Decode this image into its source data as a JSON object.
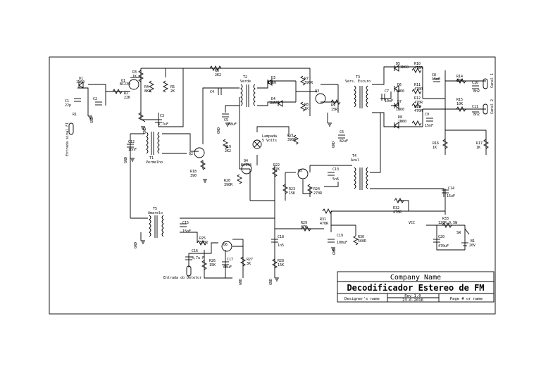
{
  "title_block": {
    "company": "Company Name",
    "title": "Decodificador Estereo de FM",
    "designer": "Designer's name",
    "rev": "Rev 1.0",
    "date": "23-6-2016",
    "page": "Page # or name"
  },
  "labels": {
    "input_fi": "Entrada sinal FI",
    "detector_in": "Entrada do Detetor",
    "lamp": "Lampada",
    "lamp_volts": "5 Volts",
    "vcc": "VCC",
    "canal1": "Canal 1",
    "canal2": "Canal 2",
    "sw": "SW"
  },
  "transformers": {
    "t1": "T1",
    "t1_name": "Vermelho",
    "t2": "T2",
    "t2_name": "Verde",
    "t3": "T3",
    "t3_name": "Vers. Escuro",
    "t4": "T4",
    "t4_name": "Azul",
    "t5": "T5",
    "t5_name": "Amarelo"
  },
  "components": {
    "d1": "D1",
    "d1v": "1N60",
    "q1": "Q1",
    "q1v": "BC239",
    "r1": "R1",
    "r2": "R2",
    "r2v": "22K",
    "c1": "C1",
    "c1v": "22p",
    "c2": "C2",
    "r3": "R3",
    "r3v": "1K",
    "r4": "R4",
    "r4v": "8K2",
    "r5": "R5",
    "r5v": "2K",
    "r6": "R6",
    "r6v": "2K2",
    "c3": "C3",
    "c3v": "4,7uF",
    "c4": "C4",
    "c5": "C5",
    "c5v": "68uF",
    "c12": "C12",
    "c12v": "10nF",
    "q2": "Q2",
    "r18": "R18",
    "r18v": "390",
    "r19": "R19",
    "r19v": "2K2",
    "q4": "Q4",
    "q4v": "BC158",
    "r20": "R20",
    "r20v": "390R",
    "d3": "D3",
    "d3v": "1N60",
    "d4": "D4",
    "d4v": "1N60",
    "r7": "R7",
    "r7v": "390R",
    "r8": "R8",
    "r8v": "1K",
    "r9": "R9",
    "r9v": "15R",
    "q3": "Q3",
    "r21": "R21",
    "r21v": "390R",
    "c6": "C6",
    "c6v": "82uF",
    "c7": "C7",
    "c7v": "10nF",
    "d5": "D5",
    "d5v": "1N60",
    "d6": "D6",
    "d6v": "1N60",
    "d7": "D7",
    "d7v": "1N60",
    "d8": "D8",
    "d8v": "1N60",
    "r10": "R10",
    "r10v": "470R",
    "r11": "R11",
    "r11v": "470R",
    "r12": "R12",
    "r12v": "470R",
    "r13": "R13",
    "r13v": "470R",
    "c8": "C8",
    "c8v": "15nF",
    "c9": "C9",
    "c9v": "15nF",
    "r14": "R14",
    "r14v": "10K",
    "r15": "R15",
    "r15v": "10K",
    "c10": "C10",
    "c10v": "8n2",
    "c11": "C11",
    "c11v": "8n2",
    "r16": "R16",
    "r16v": "1K",
    "r17": "R17",
    "r17v": "1K",
    "r22": "R22",
    "r22v": "47K",
    "q5": "Q5",
    "r23": "R23",
    "r23v": "15K",
    "r24": "R24",
    "r24v": "270R",
    "c13": "C13",
    "c13v": "5n6",
    "c14": "C14",
    "c14v": "15uF",
    "r32": "R32",
    "r32v": "470R",
    "r31": "R31",
    "r31v": "470R",
    "r29": "R29",
    "r29v": "47K",
    "c15": "C15",
    "c15v": "15nF",
    "r25": "R25",
    "r25v": "390R",
    "c16": "C16",
    "c16v": "4,7u F",
    "q6": "Q6",
    "r26": "R26",
    "r26v": "15K",
    "c17": "C17",
    "c17v": "68uF",
    "r27": "R27",
    "r27v": "3K",
    "c18": "C18",
    "c18v": "1n5",
    "r28": "R28",
    "r28v": "15K",
    "c19": "C19",
    "c19v": "100uF",
    "r30": "R30",
    "r30v": "560R",
    "r33": "R33",
    "r33v": "120R 0,5W",
    "c20": "C20",
    "c20v": "470uF",
    "b1": "B1",
    "b1v": "20V",
    "gnd": "GND"
  }
}
